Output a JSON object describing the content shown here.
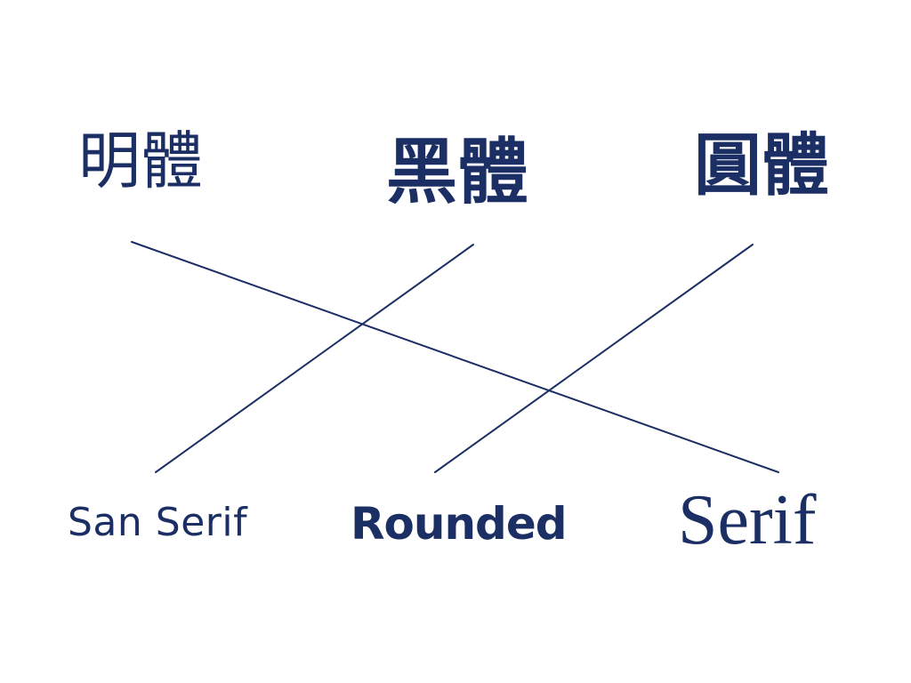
{
  "colors": {
    "ink": "#1c2f64",
    "background": "#ffffff"
  },
  "top_terms": {
    "mincho": "明體",
    "gothic": "黑體",
    "maru": "圓體"
  },
  "bottom_terms": {
    "sans_serif": "San Serif",
    "rounded": "Rounded",
    "serif": "Serif"
  },
  "connections": [
    {
      "from": "明體",
      "to": "Serif"
    },
    {
      "from": "黑體",
      "to": "San Serif"
    },
    {
      "from": "圓體",
      "to": "Rounded"
    }
  ]
}
